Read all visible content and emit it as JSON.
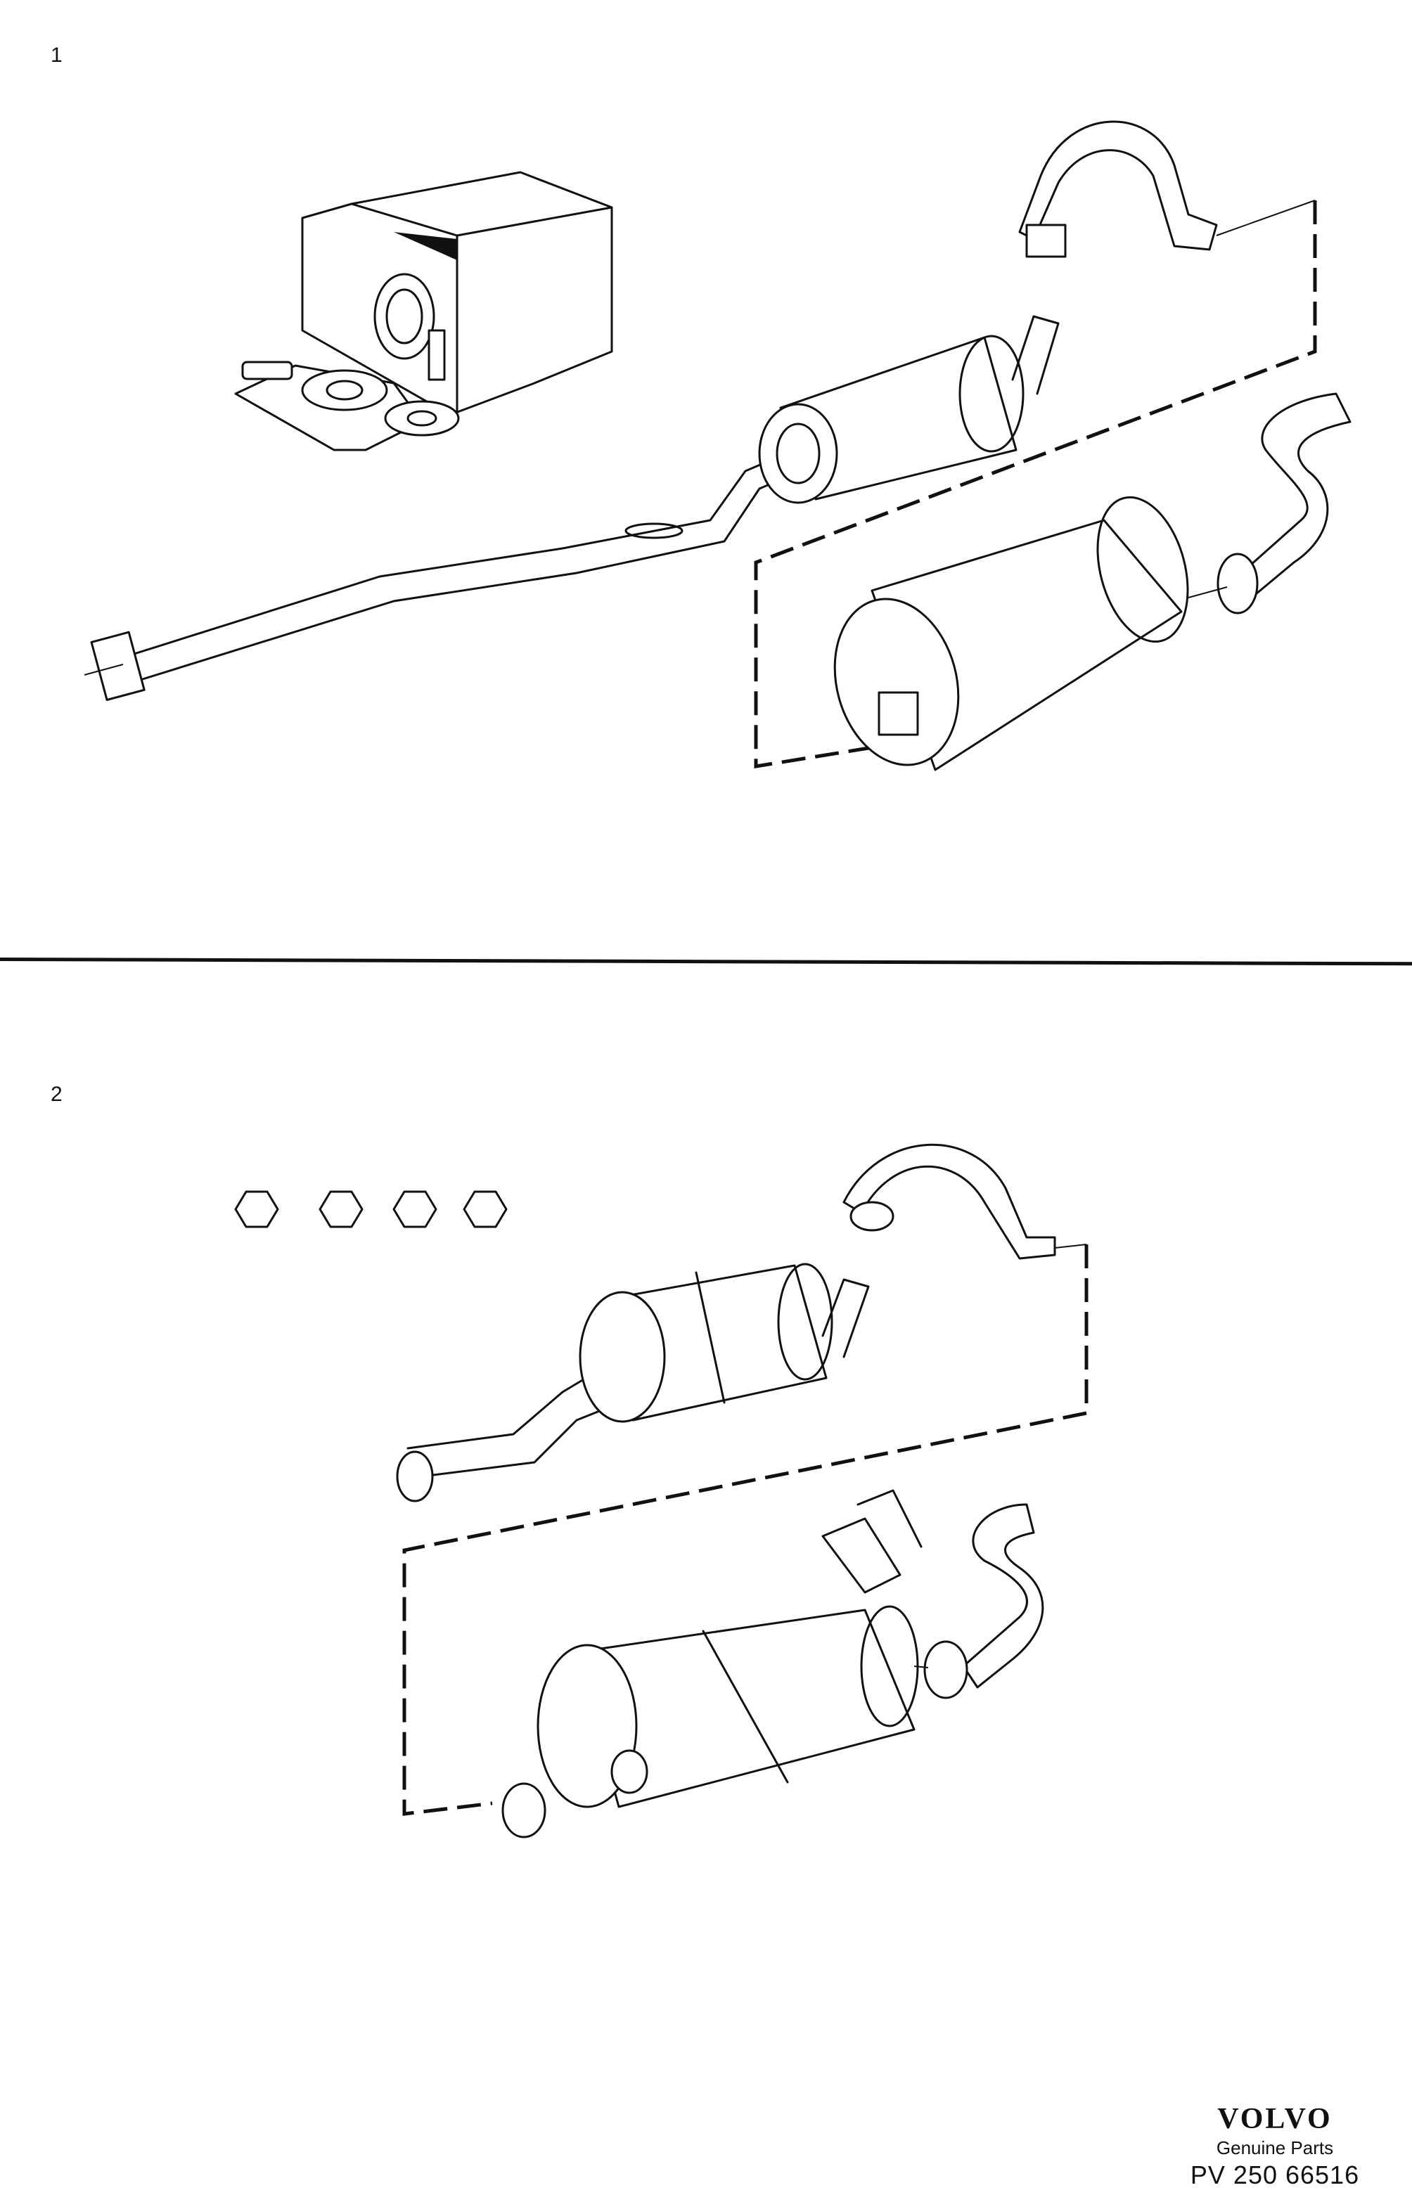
{
  "sections": [
    {
      "number": "1"
    },
    {
      "number": "2"
    }
  ],
  "branding": {
    "logo_text": "VOLVO",
    "subtitle": "Genuine Parts",
    "part_code": "PV 250 66516"
  },
  "icons": {
    "exhaust_system_1": "exhaust-system-diagram",
    "exhaust_system_2": "exhaust-system-diagram",
    "rubber_hangers": "rubber-hanger-icon"
  }
}
